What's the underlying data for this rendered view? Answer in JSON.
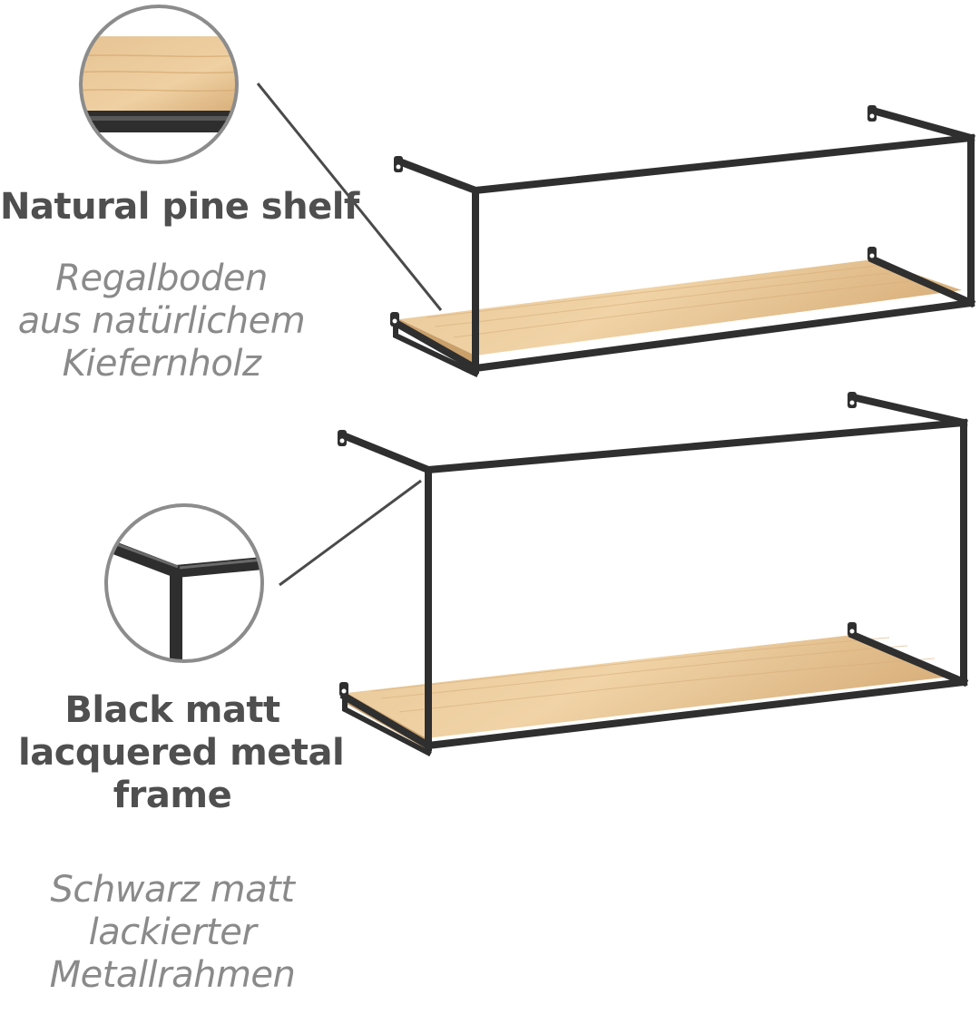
{
  "callouts": {
    "pine": {
      "title_en": "Natural pine shelf",
      "title_de_lines": [
        "Regalboden",
        "aus natürlichem",
        "Kiefernholz"
      ]
    },
    "metal": {
      "title_en_lines": [
        "Black matt",
        "lacquered metal",
        "frame"
      ],
      "title_de_lines": [
        "Schwarz matt",
        "lackierter",
        "Metallrahmen"
      ]
    }
  },
  "colors": {
    "background": "#ffffff",
    "metal_frame": "#2f2f2f",
    "wood_light": "#e8c99a",
    "wood_dark": "#d2a772",
    "callout_ring": "#8c8c8c",
    "leader_line": "#4a4a4a",
    "text_en": "#4f4f4f",
    "text_de": "#8a8a8a"
  },
  "icons": [
    "detail-wood-zoom",
    "detail-corner-zoom"
  ]
}
